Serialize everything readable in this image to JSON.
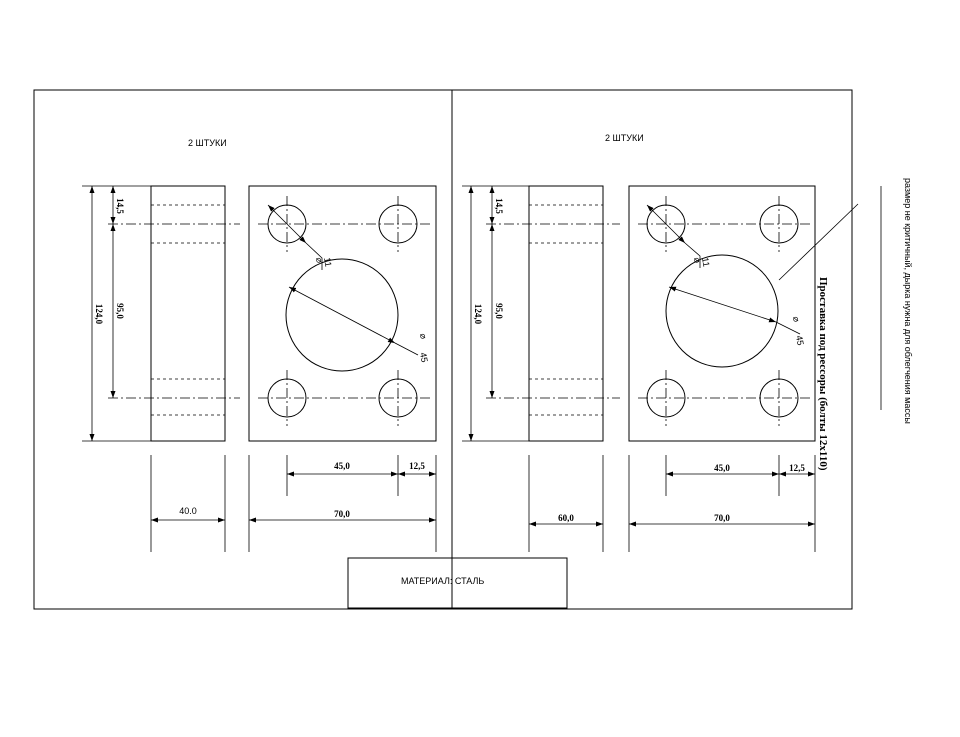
{
  "left_part": {
    "quantity": "2  ШТУКИ",
    "dims": {
      "height_total": "124,0",
      "top_offset": "14,5",
      "hole_spacing_v": "95,0",
      "thickness": "40.0",
      "width": "70,0",
      "hole_spacing_h": "45,0",
      "edge_offset": "12,5",
      "small_hole": "11",
      "big_hole": "45"
    }
  },
  "right_part": {
    "quantity": "2  ШТУКИ",
    "dims": {
      "height_total": "124,0",
      "top_offset": "14,5",
      "hole_spacing_v": "95,0",
      "thickness": "60,0",
      "width": "70,0",
      "hole_spacing_h": "45,0",
      "edge_offset": "12,5",
      "small_hole": "11",
      "big_hole": "45"
    }
  },
  "title": "Проставка под рессоры (болты 12х110)",
  "note": "размер не критичный, дырка нужна для облегчения массы",
  "material": "МАТЕРИАЛ: СТАЛЬ"
}
